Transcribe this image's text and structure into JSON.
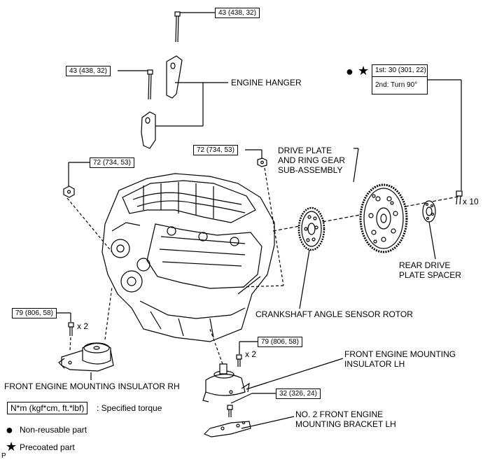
{
  "torque_callouts": {
    "engine_hanger_upper_bolt": "43 (438, 32)",
    "engine_hanger_lower_bolt": "43 (438, 32)",
    "engine_left_nut": "72 (734, 53)",
    "engine_top_nut": "72 (734, 53)",
    "insulator_rh_bolt": "79 (806, 58)",
    "insulator_lh_bolt": "79 (806, 58)",
    "bracket_lh_bolt": "32 (326, 24)",
    "drive_plate_bolt_step1": "1st: 30 (301, 22)",
    "drive_plate_bolt_step2": "2nd: Turn 90°"
  },
  "quantities": {
    "insulator_rh_bolts": "x 2",
    "insulator_lh_bolts": "x 2",
    "drive_plate_bolts": "x 10"
  },
  "part_labels": {
    "engine_hanger": "ENGINE HANGER",
    "drive_plate_line1": "DRIVE PLATE",
    "drive_plate_line2": "AND RING GEAR",
    "drive_plate_line3": "SUB-ASSEMBLY",
    "rear_spacer_line1": "REAR DRIVE",
    "rear_spacer_line2": "PLATE SPACER",
    "crankshaft_rotor": "CRANKSHAFT ANGLE SENSOR ROTOR",
    "insulator_lh_line1": "FRONT ENGINE MOUNTING",
    "insulator_lh_line2": "INSULATOR LH",
    "insulator_rh": "FRONT ENGINE MOUNTING INSULATOR RH",
    "bracket_lh_line1": "NO. 2 FRONT ENGINE",
    "bracket_lh_line2": "MOUNTING BRACKET LH"
  },
  "legend": {
    "torque_units": "N*m (kgf*cm, ft.*lbf)",
    "torque_desc": ": Specified torque",
    "non_reusable": "Non-reusable part",
    "precoated": "Precoated part"
  },
  "corner_mark": "P"
}
